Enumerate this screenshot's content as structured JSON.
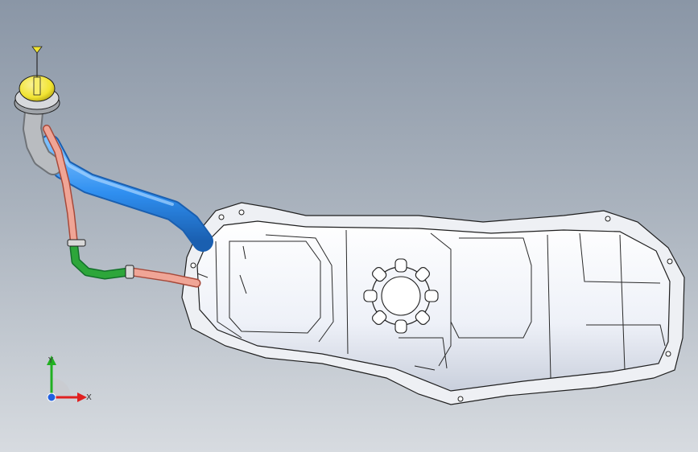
{
  "viewport": {
    "background_top": "#8a96a6",
    "background_bottom": "#d7dbe0"
  },
  "model": {
    "parts": [
      {
        "name": "fuel-cap",
        "color": "#f1e432"
      },
      {
        "name": "filler-neck",
        "color": "#b9bcc0"
      },
      {
        "name": "filler-pipe",
        "color": "#2f8ff0"
      },
      {
        "name": "vent-hose",
        "color": "#f0a596"
      },
      {
        "name": "vent-hose-elbow",
        "color": "#2da63a"
      },
      {
        "name": "fuel-tank",
        "color": "#f4f6fb"
      }
    ]
  },
  "triad": {
    "x_label": "X",
    "y_label": "Y",
    "x_color": "#e02020",
    "y_color": "#21b021",
    "z_color": "#2060e0"
  }
}
